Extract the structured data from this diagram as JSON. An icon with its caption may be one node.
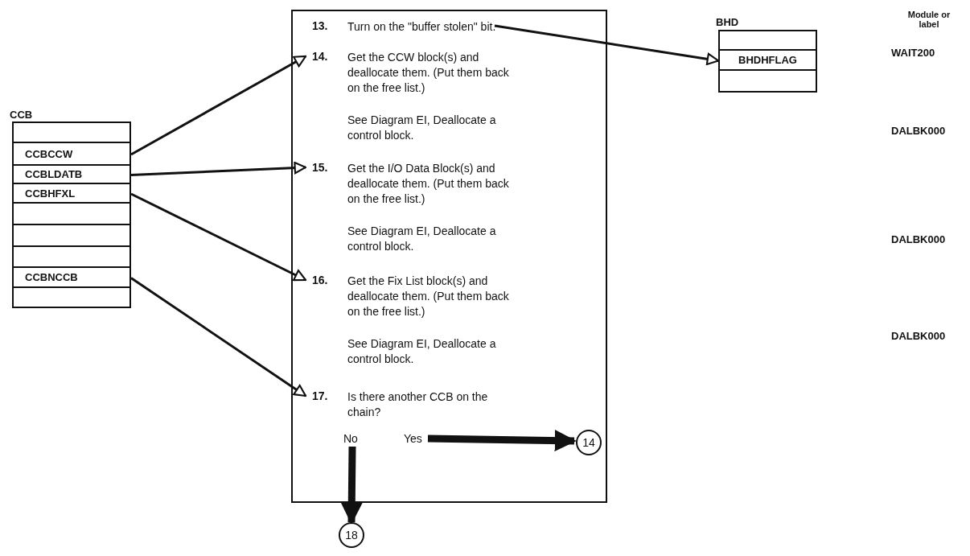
{
  "diagram": {
    "nodes": [
      {
        "text": [
          "CCB"
        ]
      },
      {
        "text": [],
        "shape": "box",
        "in": 0
      },
      {
        "text": [
          "CCBCCW"
        ],
        "in": 0
      },
      {
        "text": [
          "CCBLDATB"
        ],
        "in": 0
      },
      {
        "text": [
          "CCBHFXL"
        ],
        "in": 0
      },
      {
        "text": [],
        "shape": "box",
        "in": 0
      },
      {
        "text": [],
        "shape": "box",
        "in": 0
      },
      {
        "text": [],
        "shape": "box",
        "in": 0
      },
      {
        "text": [
          "CCBNCCB"
        ],
        "in": 0
      },
      {
        "text": [],
        "shape": "box",
        "in": 0
      },
      {
        "text": [],
        "shape": "box"
      },
      {
        "text": [
          "13.",
          "Turn on the \"buffer stolen\" bit."
        ],
        "in": 10
      },
      {
        "text": [
          "14.",
          "Get the CCW block(s) and deallocate them. (Put them back on the free list.)",
          "See Diagram EI, Deallocate a control block."
        ],
        "in": 10
      },
      {
        "text": [
          "15.",
          "Get the I/O Data Block(s) and deallocate them. (Put them back on the free list.)",
          "See Diagram EI, Deallocate a control block."
        ],
        "in": 10
      },
      {
        "text": [
          "16.",
          "Get the Fix List block(s) and deallocate them. (Put them back on the free list.)",
          "See Diagram EI, Deallocate a control block."
        ],
        "in": 10
      },
      {
        "text": [
          "17.",
          "Is there another CCB on the chain?"
        ],
        "in": 10
      },
      {
        "text": [
          "No"
        ],
        "in": 10
      },
      {
        "text": [
          "Yes"
        ],
        "in": 10
      },
      {
        "text": [
          "14"
        ],
        "in": 10
      },
      {
        "text": [
          "18"
        ]
      },
      {
        "text": [
          "BHD"
        ]
      },
      {
        "text": [],
        "shape": "box",
        "in": 20
      },
      {
        "text": [
          "BHDHFLAG"
        ],
        "in": 20
      },
      {
        "text": [],
        "shape": "box",
        "in": 20
      }
    ],
    "edges": [
      {
        "from": 11,
        "to": 22,
        "arrow": "to"
      },
      {
        "from": 2,
        "to": 12,
        "arrow": "to"
      },
      {
        "from": 3,
        "to": 13,
        "arrow": "to"
      },
      {
        "from": 4,
        "to": 14,
        "arrow": "to"
      },
      {
        "from": 8,
        "to": 15,
        "arrow": "to"
      },
      {
        "from": 17,
        "to": 18,
        "arrow": "to",
        "style": "thick"
      },
      {
        "from": 16,
        "to": 19,
        "arrow": "to",
        "style": "thick"
      }
    ],
    "labels": [
      "Module or label",
      "WAIT200",
      "DALBK000",
      "DALBK000",
      "DALBK000"
    ]
  }
}
